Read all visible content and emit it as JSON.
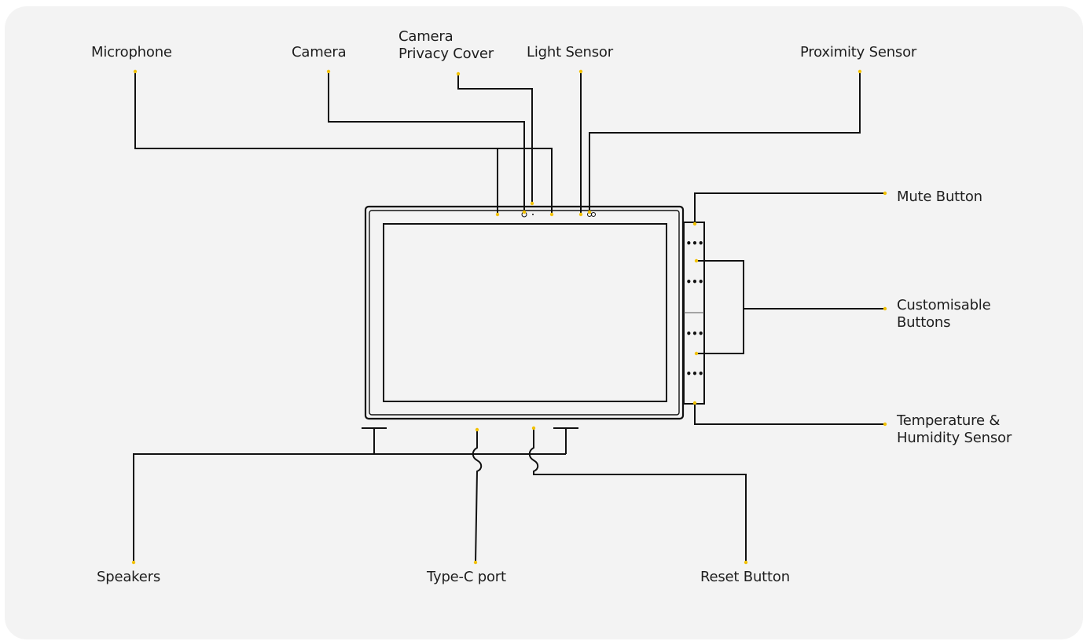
{
  "labels": {
    "microphone": "Microphone",
    "camera": "Camera",
    "camera_privacy_cover_line1": "Camera",
    "camera_privacy_cover_line2": "Privacy Cover",
    "light_sensor": "Light Sensor",
    "proximity_sensor": "Proximity Sensor",
    "mute_button": "Mute Button",
    "customisable_buttons_line1": "Customisable",
    "customisable_buttons_line2": "Buttons",
    "temperature_humidity_line1": "Temperature &",
    "temperature_humidity_line2": "Humidity Sensor",
    "speakers": "Speakers",
    "type_c_port": "Type-C port",
    "reset_button": "Reset Button"
  },
  "side_buttons": [
    "•••",
    "•••",
    "•••",
    "•••"
  ],
  "colors": {
    "background": "#f3f3f3",
    "line": "#111111",
    "marker": "#f2c200",
    "text": "#1e1e1e"
  }
}
